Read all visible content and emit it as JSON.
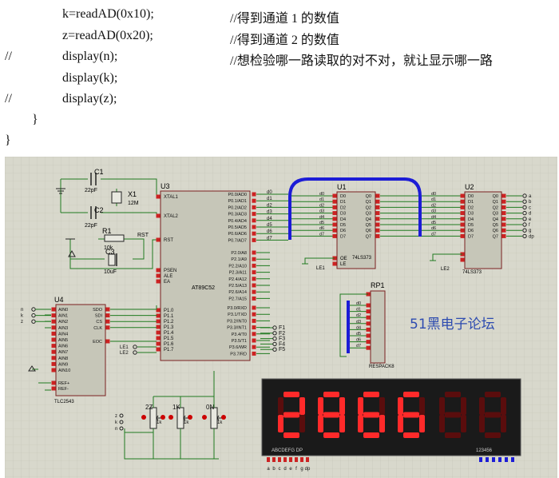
{
  "code": {
    "lines": [
      {
        "prefix": "",
        "stmt": "k=readAD(0x10);",
        "comment": "//得到通道 1 的数值"
      },
      {
        "prefix": "",
        "stmt": "z=readAD(0x20);",
        "comment": "//得到通道 2 的数值"
      },
      {
        "prefix": "//",
        "stmt": "display(n);",
        "comment": "//想检验哪一路读取的对不对，就让显示哪一路"
      },
      {
        "prefix": "",
        "stmt": "display(k);",
        "comment": ""
      },
      {
        "prefix": "//",
        "stmt": "display(z);",
        "comment": ""
      }
    ],
    "brace_inner": "}",
    "brace_outer": "}"
  },
  "schematic": {
    "watermark": "51黑电子论坛",
    "u3": {
      "ref": "U3",
      "name": "AT89C52",
      "left_pins": [
        "XTAL1",
        "XTAL2",
        "RST",
        "PSEN",
        "ALE",
        "EA",
        "P1.0",
        "P1.1",
        "P1.2",
        "P1.3",
        "P1.4",
        "P1.5",
        "P1.6",
        "P1.7"
      ],
      "p0": [
        "P0.0/AD0",
        "P0.1/AD1",
        "P0.2/AD2",
        "P0.3/AD3",
        "P0.4/AD4",
        "P0.5/AD5",
        "P0.6/AD6",
        "P0.7/AD7"
      ],
      "p2": [
        "P2.0/A8",
        "P2.1/A9",
        "P2.2/A10",
        "P2.3/A11",
        "P2.4/A12",
        "P2.5/A13",
        "P2.6/A14",
        "P2.7/A15"
      ],
      "p3": [
        "P3.0/RXD",
        "P3.1/TXD",
        "P3.2/INT0",
        "P3.3/INT1",
        "P3.4/T0",
        "P3.5/T1",
        "P3.6/WR",
        "P3.7/RD"
      ],
      "f_labels": [
        "F1",
        "F2",
        "F3",
        "F4",
        "F5"
      ]
    },
    "u1": {
      "ref": "U1",
      "name": "74LS373",
      "d_in": [
        "D0",
        "D1",
        "D2",
        "D3",
        "D4",
        "D5",
        "D6",
        "D7"
      ],
      "q_out": [
        "Q0",
        "Q1",
        "Q2",
        "Q3",
        "Q4",
        "Q5",
        "Q6",
        "Q7"
      ],
      "oe": "OE",
      "le": "LE",
      "le_net": "LE1"
    },
    "u2": {
      "ref": "U2",
      "name": "74LS373",
      "le_net": "LE2",
      "seg_labels": [
        "a",
        "b",
        "c",
        "d",
        "e",
        "f",
        "g",
        "dp"
      ]
    },
    "bus_labels": [
      "d0",
      "d1",
      "d2",
      "d3",
      "d4",
      "d5",
      "d6",
      "d7"
    ],
    "u4": {
      "ref": "U4",
      "name": "TLC2543",
      "ain": [
        "AIN0",
        "AIN1",
        "AIN2",
        "AIN3",
        "AIN4",
        "AIN5",
        "AIN6",
        "AIN7",
        "AIN8",
        "AIN9",
        "AIN10"
      ],
      "ref_pins": [
        "REF+",
        "REF-"
      ],
      "right_pins": [
        "SDO",
        "SDI",
        "CS",
        "CLK",
        "EOC"
      ],
      "in_labels": [
        "n",
        "k",
        "z"
      ],
      "le_labels": [
        "LE1",
        "LE2"
      ]
    },
    "passives": {
      "c1": "C1",
      "c1v": "22pF",
      "c2": "C2",
      "c2v": "22pF",
      "x1": "X1",
      "x1v": "12M",
      "r1": "R1",
      "r1v": "10k",
      "c3": "C3",
      "c3v": "10uF",
      "rst": "RST"
    },
    "rp1": {
      "ref": "RP1",
      "name": "RESPACK8"
    },
    "pots": [
      {
        "ref": "2Z",
        "val": "1k"
      },
      {
        "ref": "1K",
        "val": "1k"
      },
      {
        "ref": "0N",
        "val": "1k"
      }
    ],
    "pot_nets": [
      "z",
      "k",
      "n"
    ],
    "display": {
      "digits": "2866",
      "left_caption": "ABCDEFG DP",
      "right_caption": "123456",
      "bottom_pins": [
        "a",
        "b",
        "c",
        "d",
        "e",
        "f",
        "g",
        "dp"
      ]
    },
    "colors": {
      "background": "#d8d8cc",
      "wire": "#1f7a1f",
      "bus": "#1c1cd6",
      "chip": "#c6c6b8",
      "chip_border": "#7a2020",
      "pin_red": "#cc2222",
      "segment": "#ff2a2a",
      "display_bg": "#1a1a1a",
      "watermark": "#2d4bb0"
    }
  }
}
